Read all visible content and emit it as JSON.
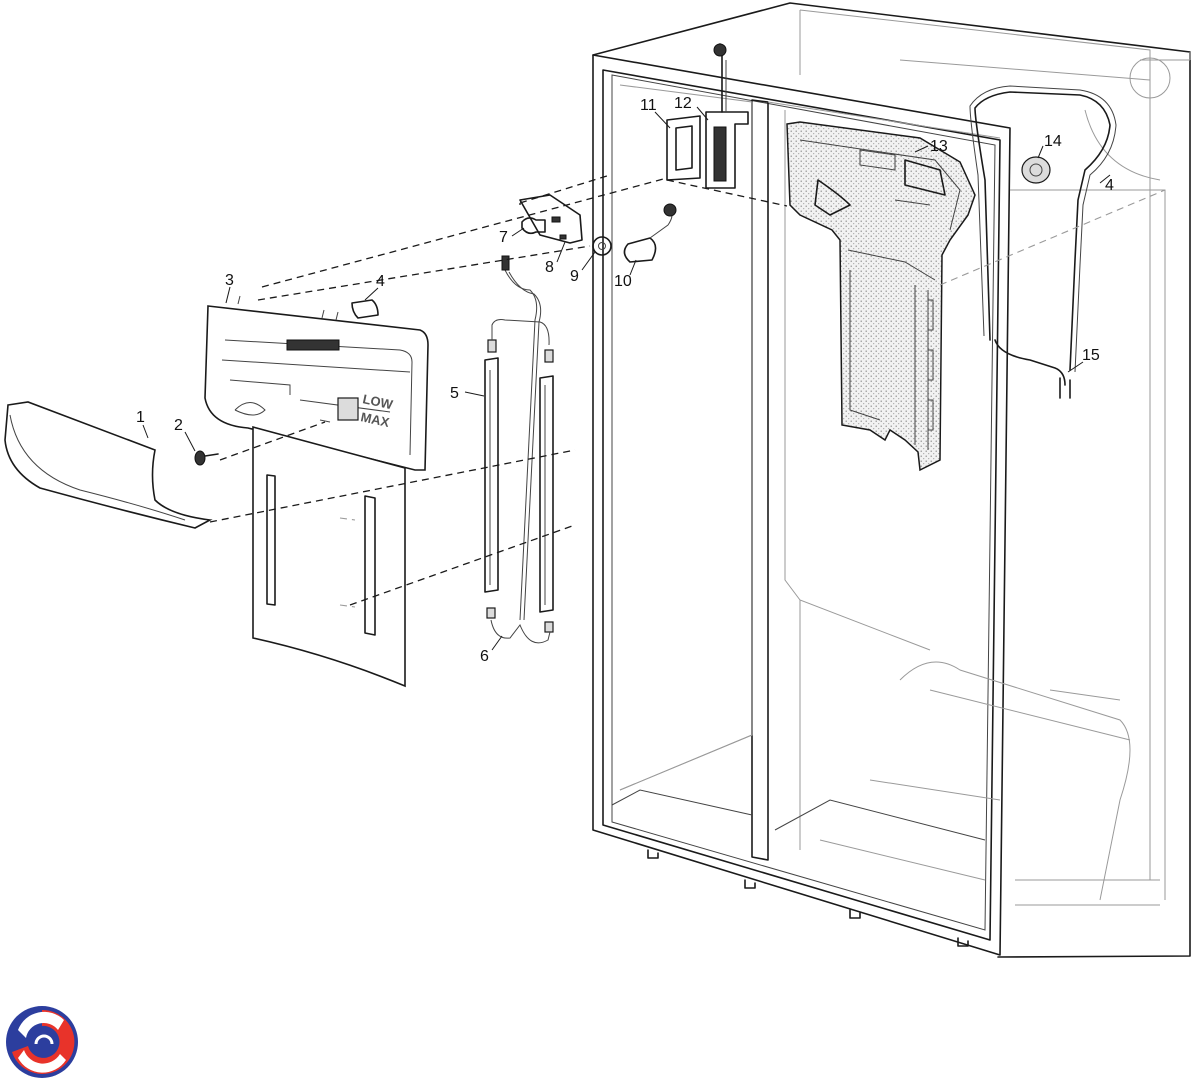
{
  "diagram": {
    "callouts": [
      "1",
      "2",
      "3",
      "4",
      "4",
      "5",
      "6",
      "7",
      "8",
      "9",
      "10",
      "11",
      "12",
      "13",
      "14",
      "15"
    ],
    "embossed_text": [
      "LOW",
      "MAX"
    ],
    "logo": {
      "name": "brand-logo",
      "colors": [
        "#2c3e9e",
        "#e8332a"
      ]
    }
  }
}
